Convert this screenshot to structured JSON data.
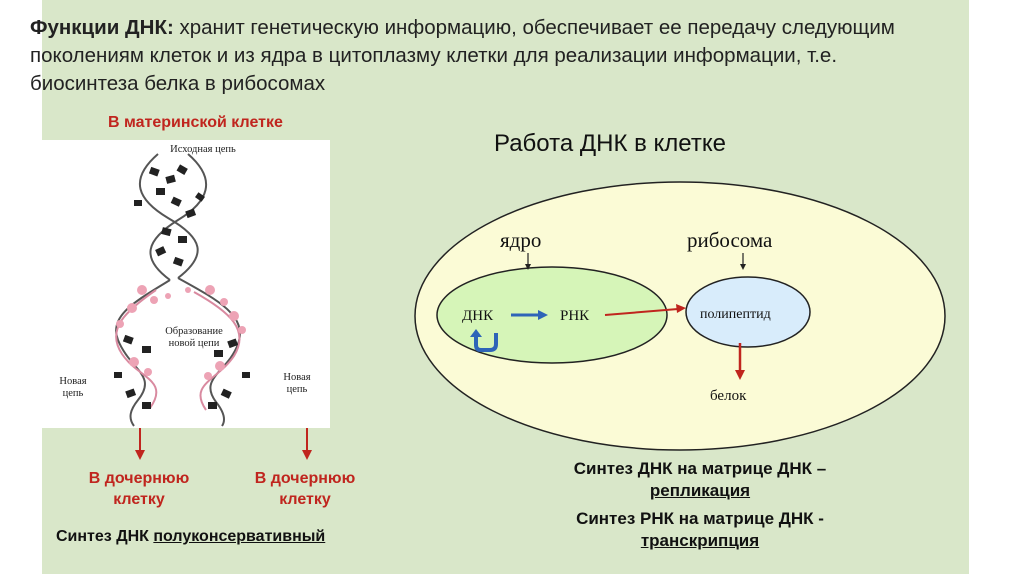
{
  "title": {
    "bold": "Функции ДНК:",
    "text": " хранит генетическую информацию, обеспечивает ее передачу следующим поколениям клеток и из ядра в цитоплазму клетки для реализации информации, т.е. биосинтеза белка в рибосомах"
  },
  "left": {
    "mother_cell": "В материнской клетке",
    "original_strand": "Исходная цепь",
    "new_strand_left": "Новая цепь",
    "new_strand_right": "Новая цепь",
    "formation": "Образование новой цепи",
    "daughter_left": "В дочернюю клетку",
    "daughter_right": "В дочернюю клетку",
    "synthesis_prefix": "Синтез ДНК ",
    "synthesis_term": "полуконсервативный"
  },
  "right": {
    "heading": "Работа ДНК в клетке",
    "nucleus": "ядро",
    "ribosome": "рибосома",
    "dna": "ДНК",
    "rna": "РНК",
    "polypeptide": "полипептид",
    "protein": "белок",
    "line1": "Синтез ДНК на матрице ДНК –",
    "line1_term": "репликация",
    "line2": "Синтез РНК на матрице ДНК -",
    "line2_term": "транскрипция"
  },
  "colors": {
    "background": "#d9e7c9",
    "accent_red": "#c0251e",
    "cell_fill": "#fbfbd6",
    "nucleus_fill": "#d6f5b8",
    "ribosome_fill": "#d8ecfb",
    "blue_arrow": "#2e64b8"
  }
}
